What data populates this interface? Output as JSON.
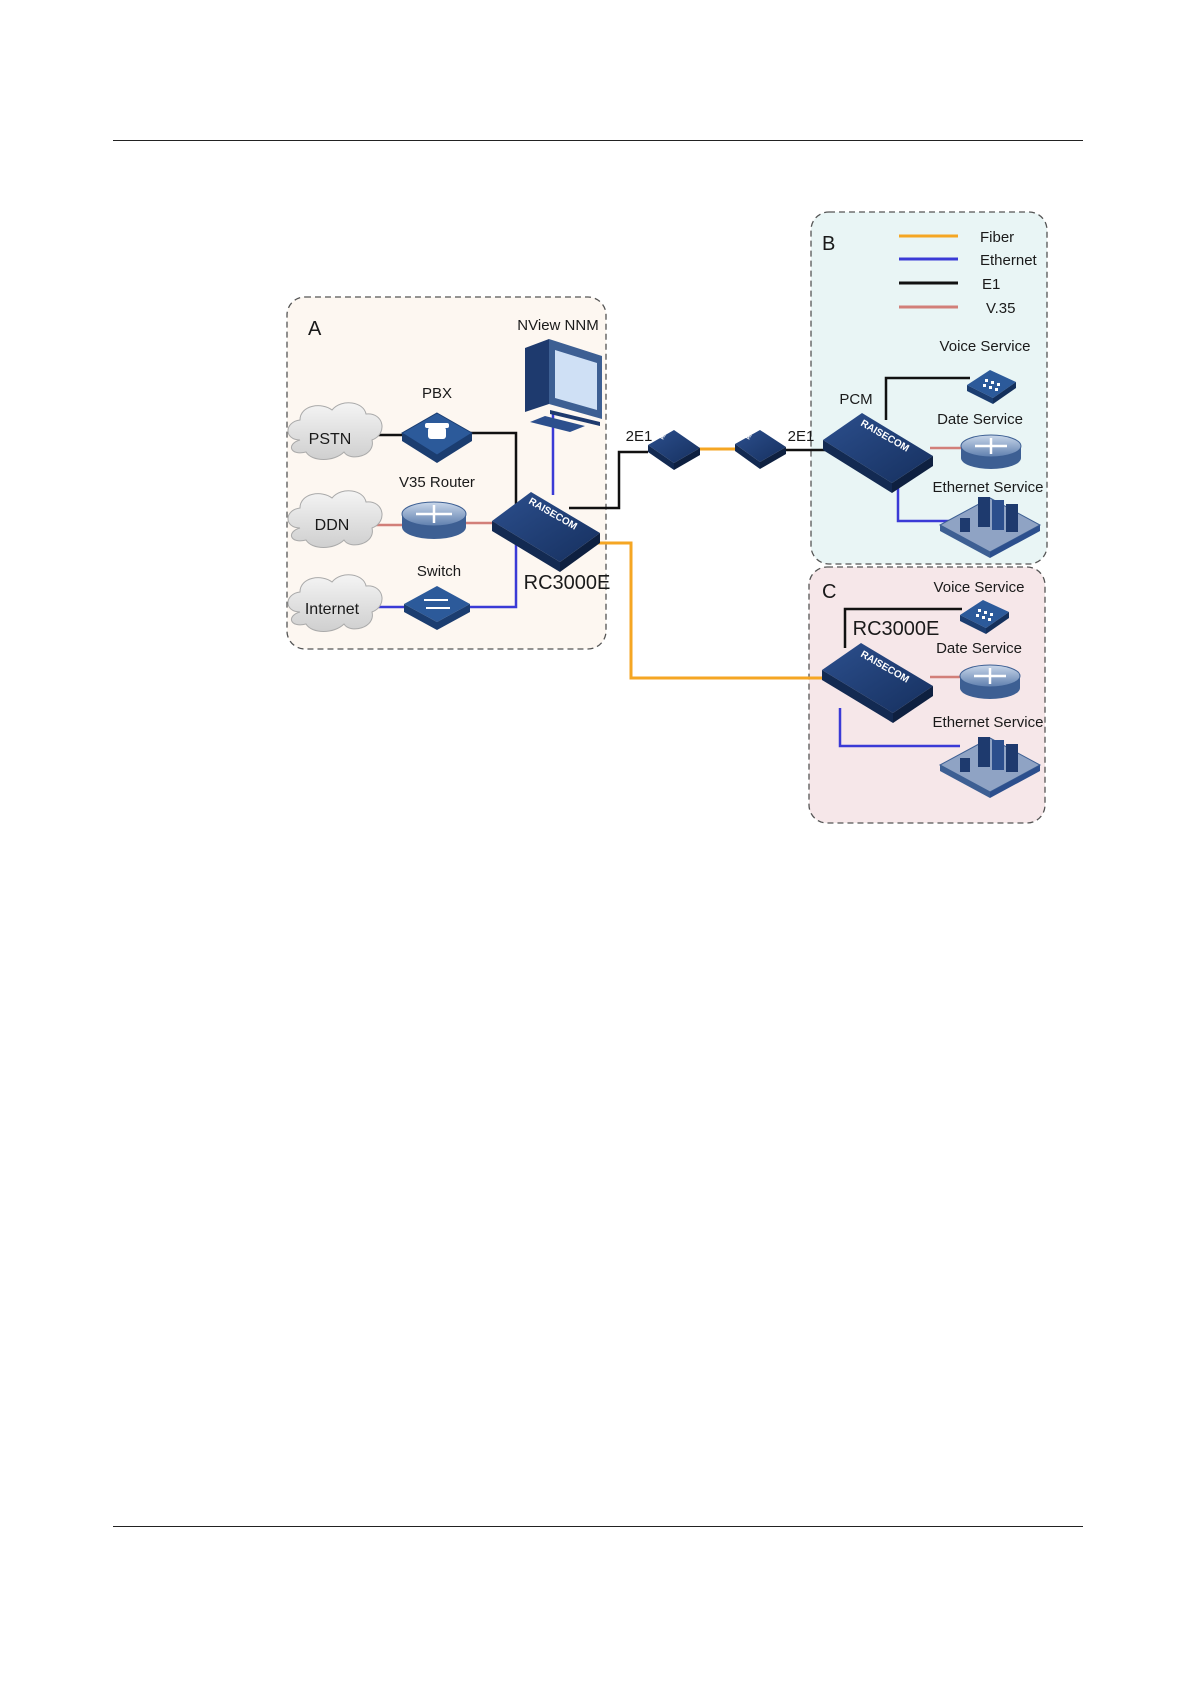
{
  "legend": {
    "items": [
      {
        "label": "Fiber",
        "color": "#f5a623"
      },
      {
        "label": "Ethernet",
        "color": "#3a3ad6"
      },
      {
        "label": "E1",
        "color": "#111111"
      },
      {
        "label": "V.35",
        "color": "#d27f79"
      }
    ]
  },
  "colors": {
    "fiber": "#f5a623",
    "ethernet": "#3a3ad6",
    "e1": "#111111",
    "v35": "#d27f79",
    "zone_a_fill": "#fdf7f1",
    "zone_b_fill": "#e9f5f5",
    "zone_c_fill": "#f6e7e9",
    "device_navy": "#1e3a6e"
  },
  "zones": {
    "a": {
      "label": "A"
    },
    "b": {
      "label": "B"
    },
    "c": {
      "label": "C"
    }
  },
  "zone_a": {
    "nms_label": "NView NNM",
    "pbx_label": "PBX",
    "v35_router_label": "V35 Router",
    "switch_label": "Switch",
    "pstn_label": "PSTN",
    "ddn_label": "DDN",
    "internet_label": "Internet",
    "rc3000e_label": "RC3000E",
    "device_brand": "RAISECOM"
  },
  "link": {
    "left_label": "2E1",
    "right_label": "2E1",
    "converter_brand": "RAISECOM"
  },
  "zone_b": {
    "pcm_label": "PCM",
    "voice_label": "Voice Service",
    "data_label": "Date Service",
    "ethernet_label": "Ethernet Service",
    "device_brand": "RAISECOM"
  },
  "zone_c": {
    "rc3000e_label": "RC3000E",
    "voice_label": "Voice Service",
    "data_label": "Date Service",
    "ethernet_label": "Ethernet Service",
    "device_brand": "RAISECOM"
  }
}
